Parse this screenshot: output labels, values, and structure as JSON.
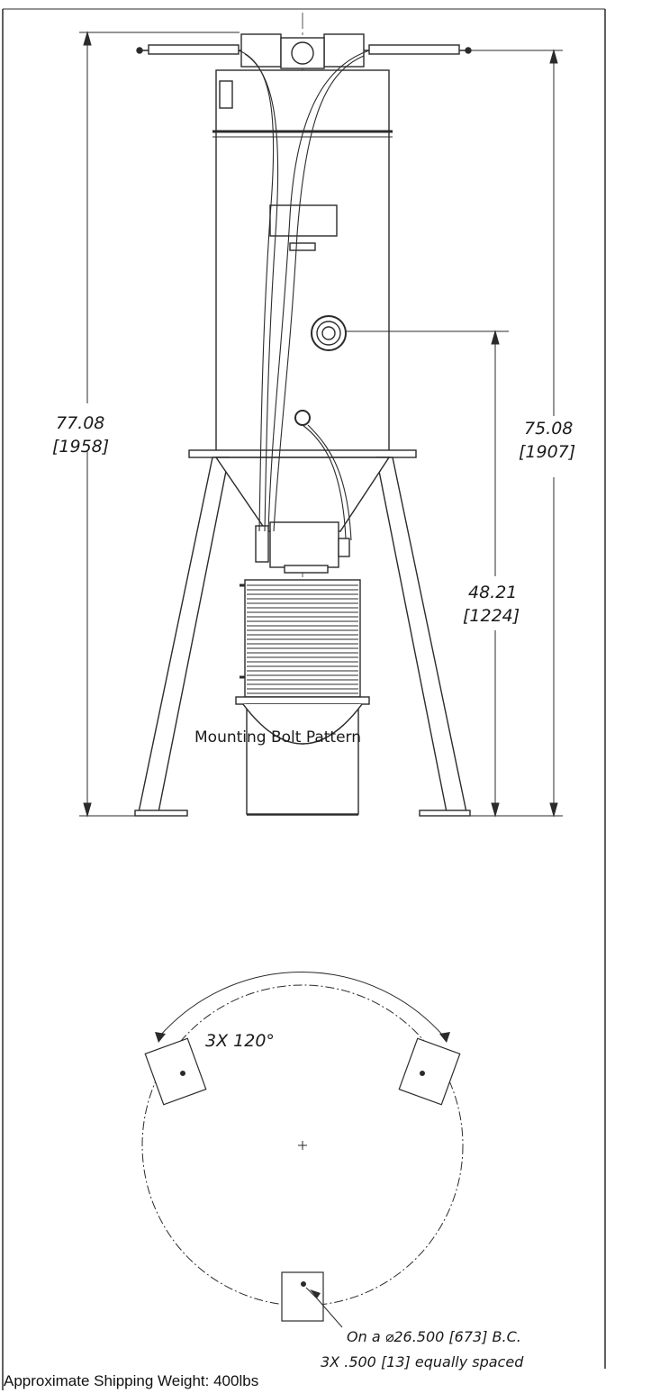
{
  "dimensions": {
    "overall_height": {
      "value": "77.08",
      "metric": "[1958]"
    },
    "leg_height": {
      "value": "75.08",
      "metric": "[1907]"
    },
    "inlet_height": {
      "value": "48.21",
      "metric": "[1224]"
    }
  },
  "bolt_pattern": {
    "title": "Mounting Bolt Pattern",
    "angle_label": "3X 120°",
    "note_line1": "On a ⌀26.500 [673] B.C.",
    "note_line2": "3X .500 [13] equally spaced"
  },
  "footer": {
    "shipping_weight": "Approximate Shipping Weight: 400lbs"
  },
  "colors": {
    "line": "#2b2b2b",
    "background": "#ffffff"
  }
}
